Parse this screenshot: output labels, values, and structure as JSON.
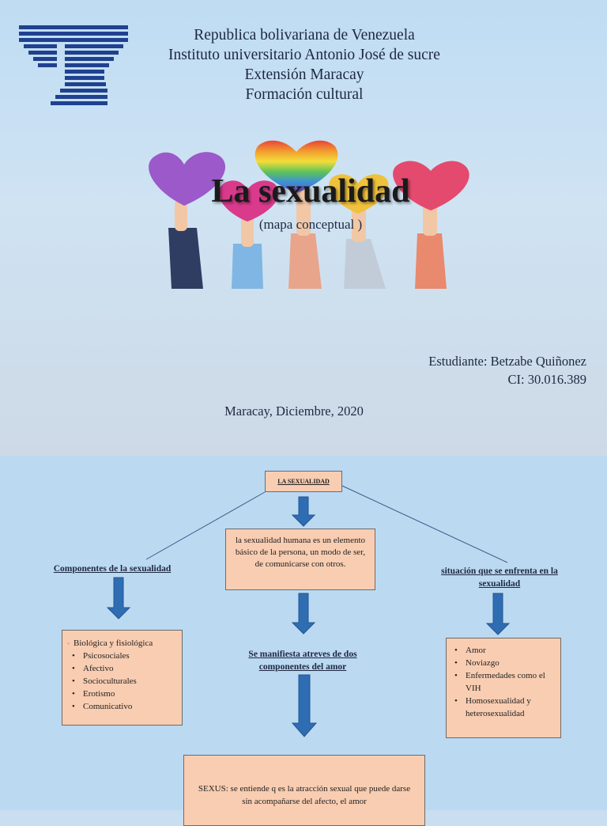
{
  "header": {
    "line1": "Republica bolivariana de Venezuela",
    "line2": "Instituto universitario Antonio José de sucre",
    "line3": "Extensión Maracay",
    "line4": "Formación cultural"
  },
  "title": "La sexualidad",
  "subtitle": "(mapa conceptual )",
  "student": {
    "name_line": "Estudiante: Betzabe Quiñonez",
    "id_line": "CI: 30.016.389"
  },
  "date": "Maracay, Diciembre, 2020",
  "concept_map": {
    "root": "LA SEXUALIDAD",
    "definition": "la sexualidad humana es un elemento básico de la persona, un modo de ser, de comunicarse con otros.",
    "left_heading": "Componentes de la sexualidad",
    "left_items": [
      "Biológica y fisiológica",
      "Psicosociales",
      "Afectivo",
      "Socioculturales",
      "Erotismo",
      "Comunicativo"
    ],
    "middle_heading": "Se manifiesta atreves de dos componentes del amor",
    "right_heading": "situación que se enfrenta en la sexualidad",
    "right_items": [
      "Amor",
      "Noviazgo",
      "Enfermedades como el VIH",
      "Homosexualidad y heterosexualidad"
    ],
    "bottom_text": "SEXUS: se entiende q es la atracción sexual que puede darse sin acompañarse del afecto, el amor"
  },
  "colors": {
    "logo_blue": "#20418f",
    "box_fill": "#f9cdb1",
    "arrow_blue": "#2f6db3",
    "heart_colors": [
      "#9b59c9",
      "#e8443a",
      "#d93a8c",
      "#f0c23c",
      "#e34a6e"
    ]
  }
}
